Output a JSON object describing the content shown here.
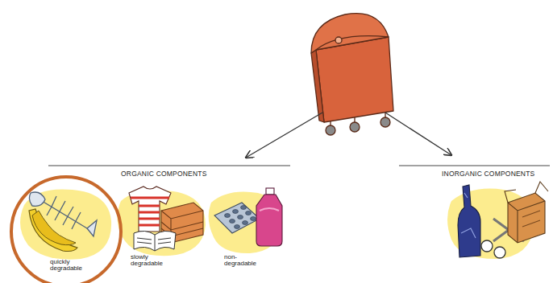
{
  "diagram": {
    "nodes": [
      {
        "text": [
          "quickly degradable"
        ]
      }
    ],
    "labels": [
      "ORGANIC COMPONENTS",
      "slowly degradable",
      "non-degradable",
      "INORGANIC COMPONENTS"
    ]
  }
}
